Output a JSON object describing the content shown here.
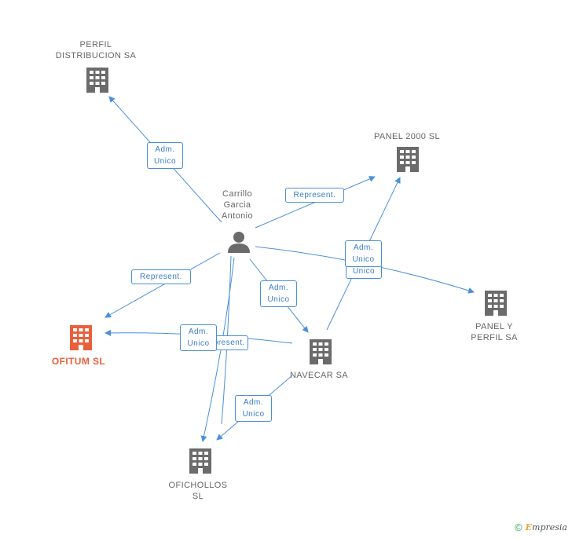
{
  "nodes": {
    "perfil_distribucion": {
      "label": "PERFIL\nDISTRIBUCION SA",
      "kind": "company"
    },
    "panel_2000": {
      "label": "PANEL 2000 SL",
      "kind": "company"
    },
    "carrillo": {
      "label": "Carrillo\nGarcia\nAntonio",
      "kind": "person"
    },
    "panel_y_perfil": {
      "label": "PANEL Y\nPERFIL SA",
      "kind": "company"
    },
    "ofitum": {
      "label": "OFITUM SL",
      "kind": "company",
      "highlight": true
    },
    "navecar": {
      "label": "NAVECAR SA",
      "kind": "company"
    },
    "ofichollos": {
      "label": "OFICHOLLOS\nSL",
      "kind": "company"
    }
  },
  "edge_labels": {
    "e1": "Adm.\nUnico",
    "e2": "Represent.",
    "e3": "Adm.\nUnico",
    "e4": "Unico",
    "e5": "Represent.",
    "e6": "Adm.\nUnico",
    "e7": "Adm.\nUnico",
    "e8": "Represent.",
    "e9": "Adm.\nUnico"
  },
  "colors": {
    "edge": "#4a90d9",
    "node": "#6b6b6b",
    "highlight": "#e8603c"
  },
  "footer": {
    "copyright": "©",
    "brand_initial": "E",
    "brand_rest": "mpresia"
  }
}
